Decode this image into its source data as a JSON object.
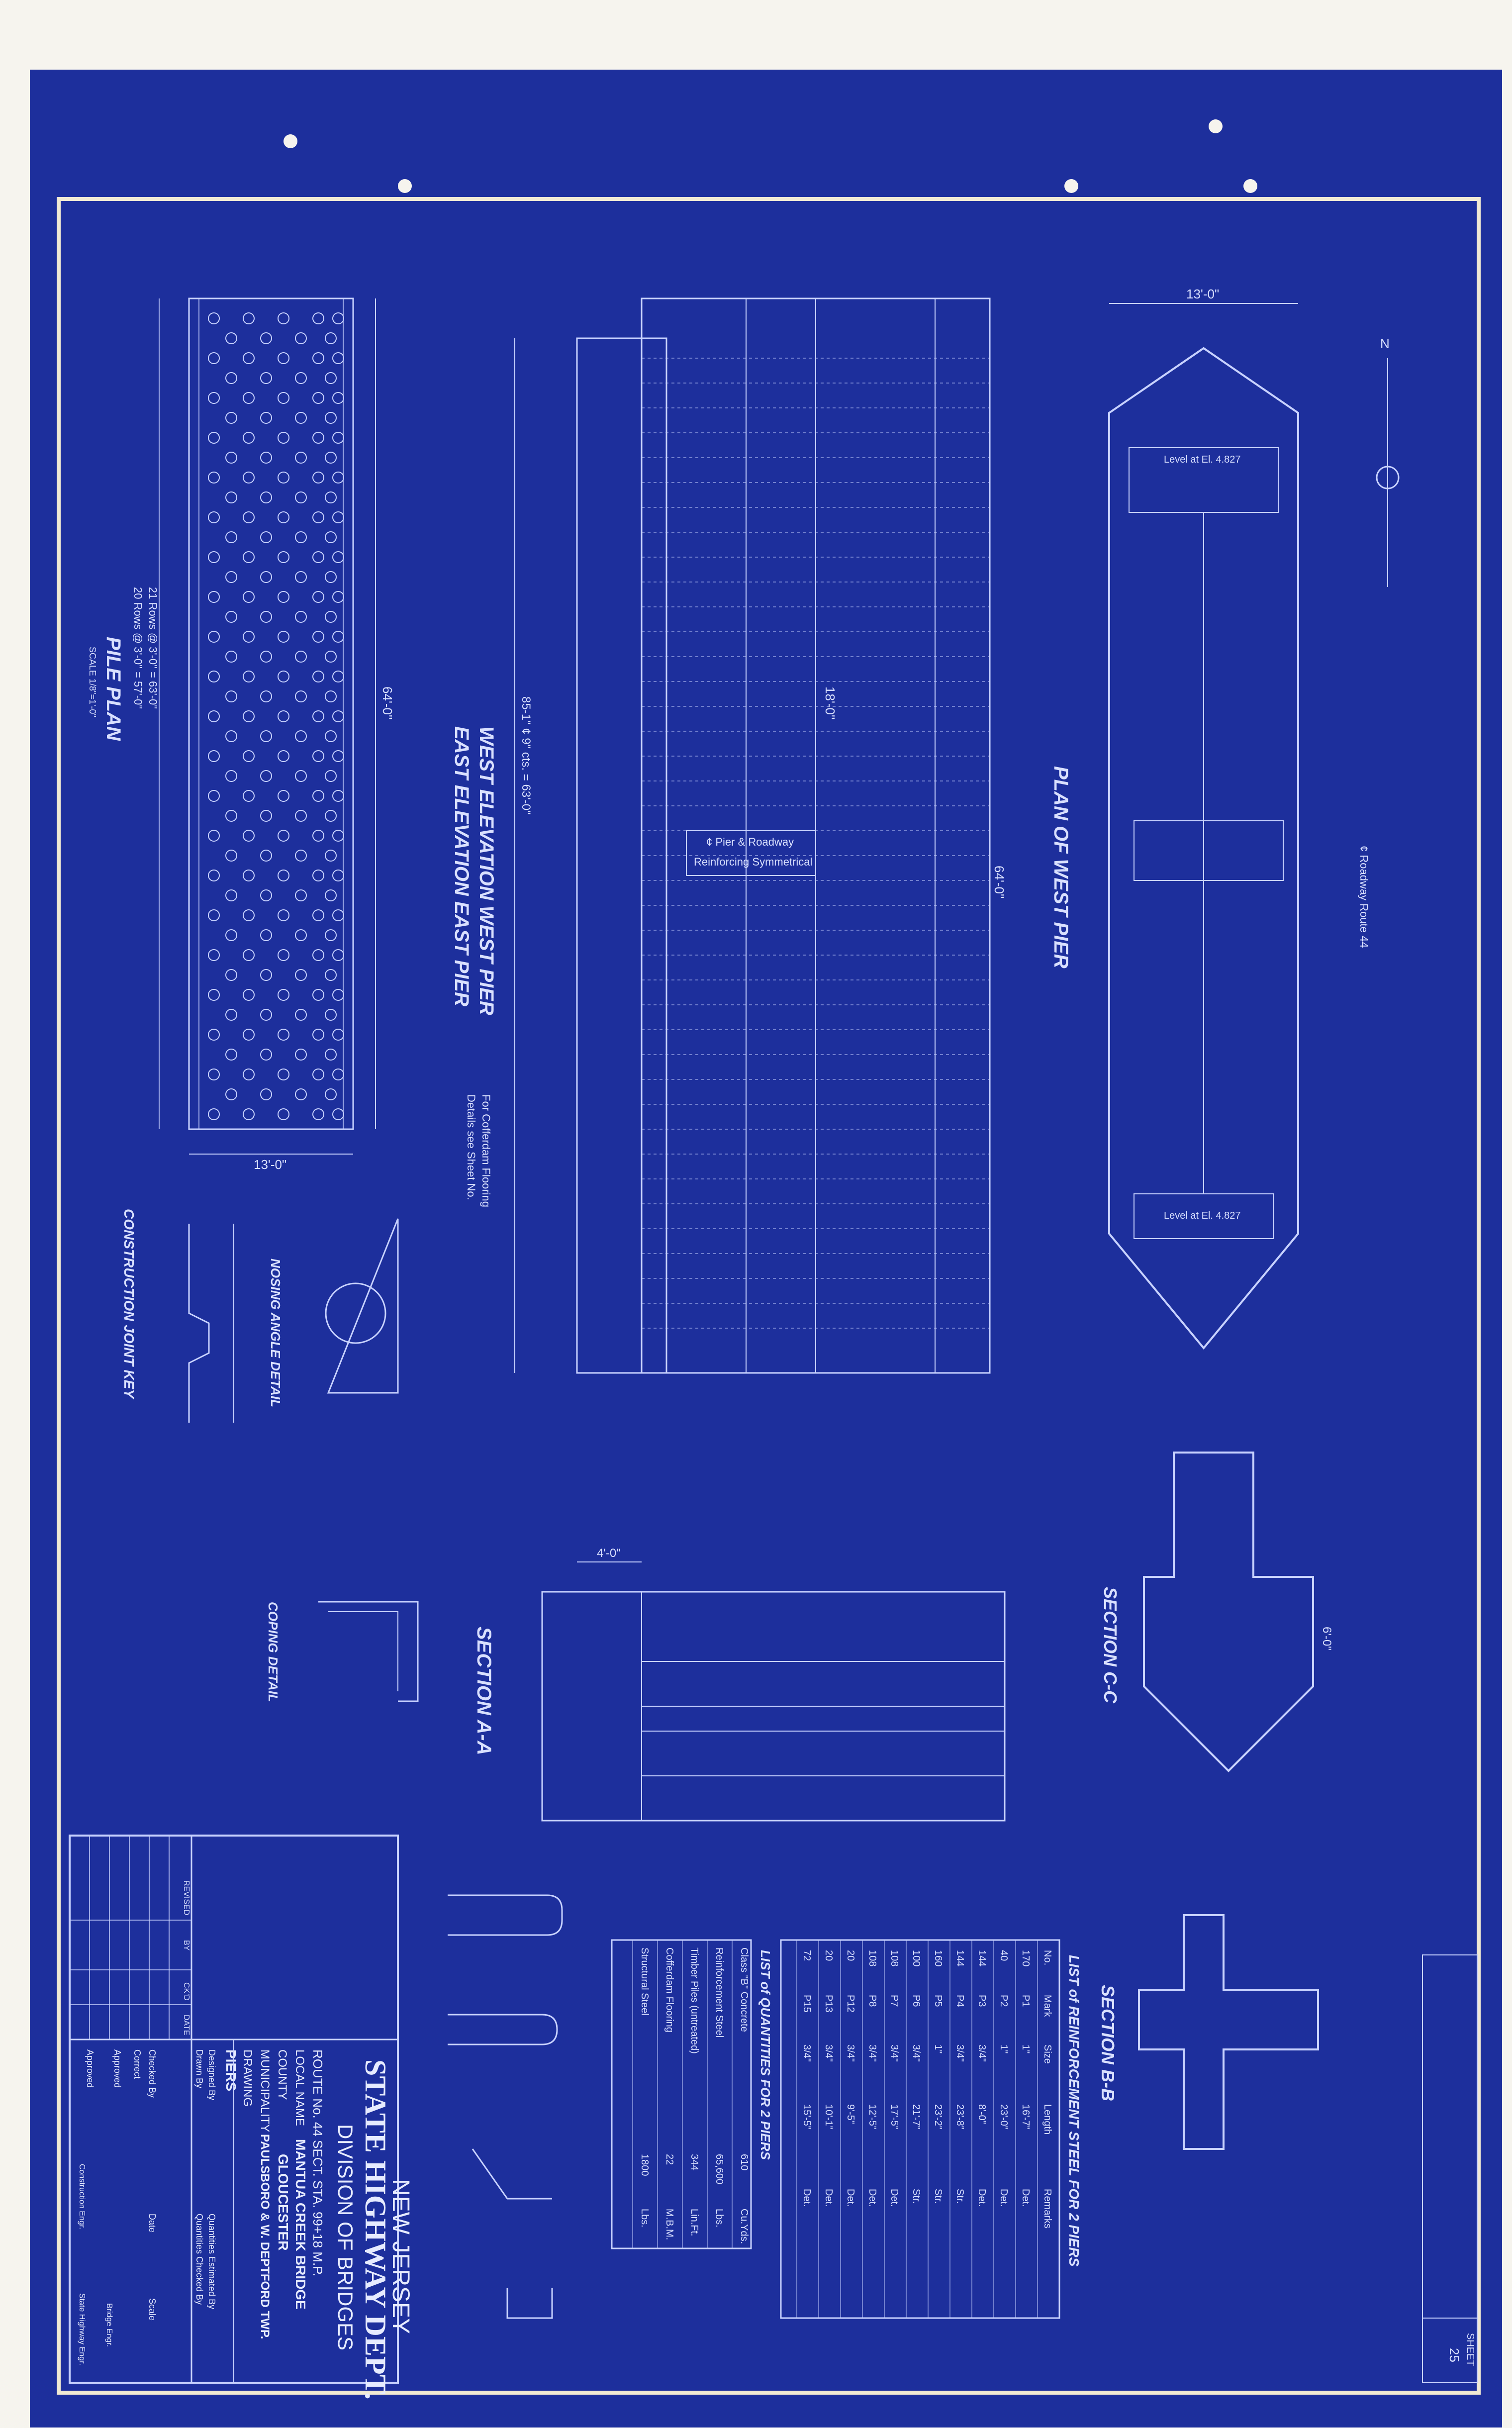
{
  "title_block": {
    "state": "NEW JERSEY",
    "dept": "STATE HIGHWAY DEPT.",
    "division": "DIVISION OF BRIDGES",
    "route": "ROUTE No. 44  SECT.   STA. 99+18  M.P.",
    "local_name_label": "LOCAL NAME",
    "local_name": "MANTUA CREEK BRIDGE",
    "county_label": "COUNTY",
    "county": "GLOUCESTER",
    "municipality_label": "MUNICIPALITY",
    "municipality": "PAULSBORO & W. DEPTFORD TWP.",
    "drawing_label": "DRAWING",
    "drawing": "PIERS",
    "designed_by": "Designed By",
    "drawn_by": "Drawn By",
    "checked_by": "Checked By",
    "correct": "Correct",
    "approved": "Approved",
    "quantities_estimated": "Quantities Estimated By",
    "quantities_checked": "Quantities Checked By",
    "date": "Date",
    "scale": "Scale",
    "bridge_engr": "Bridge Engr.",
    "construction_engr": "Construction Engr.",
    "state_highway_engr": "State Highway Engr.",
    "revision_headers": [
      "REVISED",
      "BY",
      "CK'D",
      "DATE"
    ]
  },
  "views": {
    "pile_plan": "PILE PLAN",
    "pile_plan_scale": "SCALE 1/8\"=1'-0\"",
    "pile_rows_1": "21 Rows @ 3'-0\" = 63'-0\"",
    "pile_rows_2": "20 Rows @ 3'-0\" = 57'-0\"",
    "west_elevation": "WEST ELEVATION WEST PIER",
    "east_elevation": "EAST ELEVATION EAST PIER",
    "plan_west_pier": "PLAN OF WEST PIER",
    "section_aa": "SECTION A-A",
    "section_bb": "SECTION B-B",
    "section_cc": "SECTION C-C",
    "nosing": "NOSING ANGLE DETAIL",
    "coping": "COPING DETAIL",
    "joint_key": "CONSTRUCTION JOINT KEY",
    "pier_roadway": "¢ Pier & Roadway",
    "reinforcing_symmetrical": "Reinforcing Symmetrical",
    "for_cofferdam": "For Cofferdam Flooring",
    "details_see_sheet": "Details see Sheet No.",
    "roadway_route": "¢ Roadway Route 44",
    "level_top": "Level at El. 4.827",
    "level_bottom": "Level at El. 4.827",
    "north_arrow": "N"
  },
  "dimensions": {
    "pile_width": "13'-0\"",
    "pile_length": "64'-0\"",
    "plan_width": "13'-0\"",
    "plan_length": "64'-0\"",
    "elev_height": "18'-0\"",
    "rebar_spacing": "85-1\" ¢ 9\" cts. = 63'-0\"",
    "cc_width": "6'-0\"",
    "aa_top": "4'-0\""
  },
  "reinforcement_table": {
    "title": "LIST of REINFORCEMENT STEEL FOR 2 PIERS",
    "headers": [
      "No.",
      "Mark",
      "Size",
      "Length",
      "Remarks"
    ],
    "rows": [
      [
        "170",
        "P1",
        "1\"",
        "16'-7\"",
        "Det."
      ],
      [
        "40",
        "P2",
        "1\"",
        "23'-0\"",
        "Det."
      ],
      [
        "144",
        "P3",
        "3/4\"",
        "8'-0\"",
        "Det."
      ],
      [
        "144",
        "P4",
        "3/4\"",
        "23'-8\"",
        "Str."
      ],
      [
        "160",
        "P5",
        "1\"",
        "23'-2\"",
        "Str."
      ],
      [
        "100",
        "P6",
        "3/4\"",
        "21'-7\"",
        "Str."
      ],
      [
        "108",
        "P7",
        "3/4\"",
        "17'-5\"",
        "Det."
      ],
      [
        "108",
        "P8",
        "3/4\"",
        "12'-5\"",
        "Det."
      ],
      [
        "20",
        "P12",
        "3/4\"",
        "9'-5\"",
        "Det."
      ],
      [
        "20",
        "P13",
        "3/4\"",
        "10'-1\"",
        "Det."
      ],
      [
        "72",
        "P15",
        "3/4\"",
        "15'-5\"",
        "Det."
      ]
    ]
  },
  "quantities_table": {
    "title": "LIST of QUANTITIES FOR 2 PIERS",
    "rows": [
      [
        "Class \"B\" Concrete",
        "610",
        "Cu.Yds."
      ],
      [
        "Reinforcement Steel",
        "65,600",
        "Lbs."
      ],
      [
        "Timber Piles (untreated)",
        "344",
        "Lin.Ft."
      ],
      [
        "Cofferdam Flooring",
        "22",
        "M.B.M."
      ],
      [
        "Structural Steel",
        "1800",
        "Lbs."
      ]
    ]
  },
  "sheet_no": {
    "label": "SHEET",
    "value": "25"
  },
  "colors": {
    "blueprint": "#1d2f9c",
    "line": "#c8d2ff",
    "paper": "#f6f4ee"
  }
}
